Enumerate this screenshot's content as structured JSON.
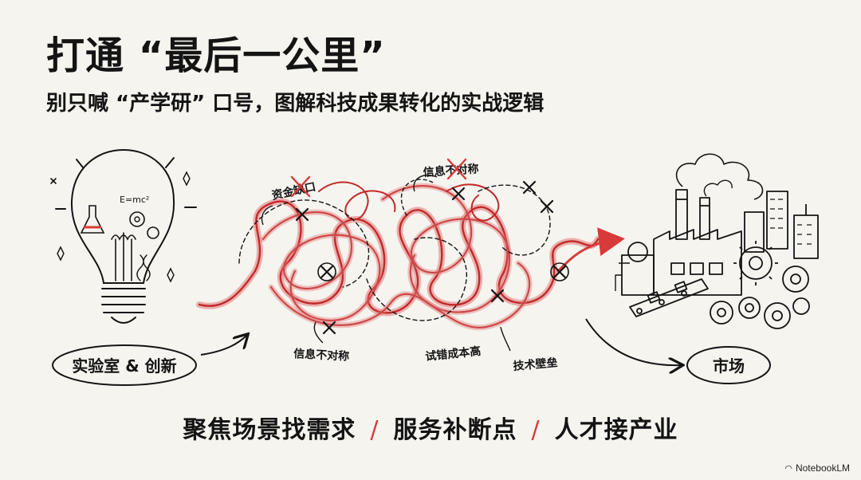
{
  "header": {
    "title": "打通 “最后一公里”",
    "subtitle": "别只喊 “产学研” 口号，图解科技成果转化的实战逻辑"
  },
  "diagram": {
    "source_label": "实验室 & 创新",
    "target_label": "市场",
    "bulb_formula": "E=mc²",
    "obstacles": {
      "funding_gap": "资金缺口",
      "info_asymmetry_top": "信息不对称",
      "info_asymmetry_bottom": "信息不对称",
      "trial_cost": "试错成本高",
      "tech_barrier": "技术壁垒"
    }
  },
  "tagline": {
    "part1": "聚焦场景找需求",
    "separator": "/",
    "part2": "服务补断点",
    "part3": "人才接产业"
  },
  "branding": {
    "logo_text": "NotebookLM"
  },
  "colors": {
    "accent_red": "#d83a3a",
    "ink": "#141414",
    "background": "#f5f4ef"
  }
}
